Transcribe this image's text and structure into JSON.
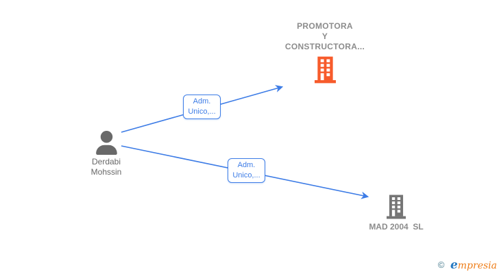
{
  "diagram": {
    "type": "org-relationship-graph",
    "background_color": "#ffffff",
    "nodes": {
      "company_promotora": {
        "label_lines": [
          "PROMOTORA",
          "Y",
          "CONSTRUCTORA..."
        ],
        "icon": "building-icon",
        "icon_color": "#f75b2b"
      },
      "person_derdabi": {
        "label_lines": [
          "Derdabi",
          "Mohssin"
        ],
        "icon": "person-icon",
        "icon_color": "#696969"
      },
      "company_mad2004": {
        "label": "MAD 2004  SL",
        "icon": "building-icon",
        "icon_color": "#757575"
      }
    },
    "edges": [
      {
        "from": "person_derdabi",
        "to": "company_promotora",
        "label_lines": [
          "Adm.",
          "Unico,..."
        ]
      },
      {
        "from": "person_derdabi",
        "to": "company_mad2004",
        "label_lines": [
          "Adm.",
          "Unico,..."
        ]
      }
    ],
    "edge_color": "#3d7ce6",
    "text_colors": {
      "company_label": "#8c8c8c",
      "person_label": "#676767",
      "edge_label": "#3d7ce6"
    },
    "watermark": {
      "copyright": "©",
      "brand_initial": "e",
      "brand_rest": "mpresia"
    }
  }
}
